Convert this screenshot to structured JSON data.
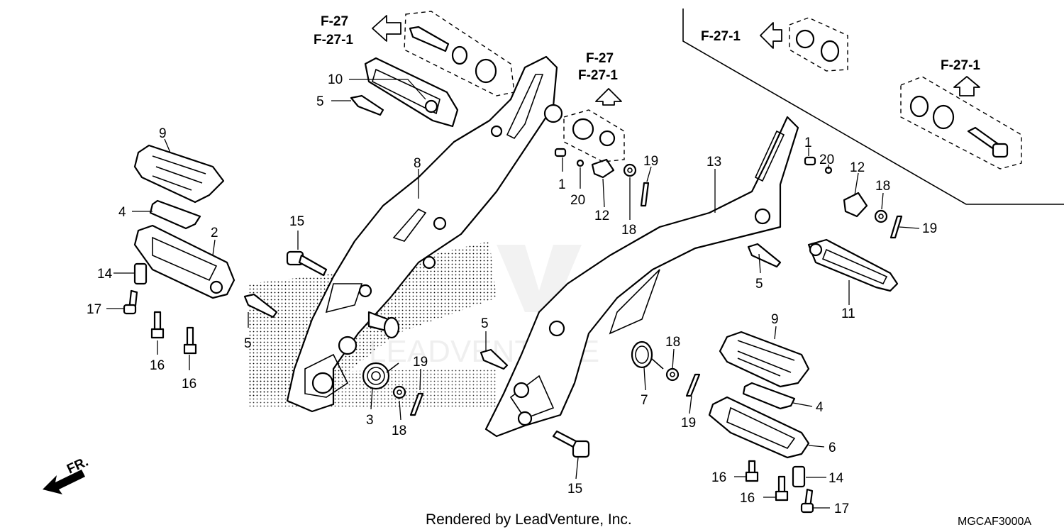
{
  "page": {
    "footer": "Rendered by LeadVenture, Inc.",
    "diagram_code": "MGCAF3000A",
    "watermark": "LEADVENTURE",
    "front_indicator": "FR."
  },
  "references": {
    "top_left_line1": "F-27",
    "top_left_line2": "F-27-1",
    "top_center_line1": "F-27",
    "top_center_line2": "F-27-1",
    "top_right": "F-27-1",
    "right_box": "F-27-1"
  },
  "callouts": [
    {
      "id": "c1",
      "label": "10"
    },
    {
      "id": "c2",
      "label": "5"
    },
    {
      "id": "c3",
      "label": "9"
    },
    {
      "id": "c4",
      "label": "4"
    },
    {
      "id": "c5",
      "label": "2"
    },
    {
      "id": "c6",
      "label": "14"
    },
    {
      "id": "c7",
      "label": "17"
    },
    {
      "id": "c8",
      "label": "16"
    },
    {
      "id": "c9",
      "label": "16"
    },
    {
      "id": "c10",
      "label": "15"
    },
    {
      "id": "c11",
      "label": "5"
    },
    {
      "id": "c12",
      "label": "8"
    },
    {
      "id": "c13",
      "label": "3"
    },
    {
      "id": "c14",
      "label": "18"
    },
    {
      "id": "c15",
      "label": "19"
    },
    {
      "id": "c16",
      "label": "1"
    },
    {
      "id": "c17",
      "label": "20"
    },
    {
      "id": "c18",
      "label": "12"
    },
    {
      "id": "c19",
      "label": "19"
    },
    {
      "id": "c20",
      "label": "18"
    },
    {
      "id": "c21",
      "label": "13"
    },
    {
      "id": "c22",
      "label": "1"
    },
    {
      "id": "c23",
      "label": "20"
    },
    {
      "id": "c24",
      "label": "12"
    },
    {
      "id": "c25",
      "label": "18"
    },
    {
      "id": "c26",
      "label": "19"
    },
    {
      "id": "c27",
      "label": "5"
    },
    {
      "id": "c28",
      "label": "11"
    },
    {
      "id": "c29",
      "label": "5"
    },
    {
      "id": "c30",
      "label": "18"
    },
    {
      "id": "c31",
      "label": "7"
    },
    {
      "id": "c32",
      "label": "19"
    },
    {
      "id": "c33",
      "label": "9"
    },
    {
      "id": "c34",
      "label": "4"
    },
    {
      "id": "c35",
      "label": "6"
    },
    {
      "id": "c36",
      "label": "16"
    },
    {
      "id": "c37",
      "label": "14"
    },
    {
      "id": "c38",
      "label": "16"
    },
    {
      "id": "c39",
      "label": "17"
    },
    {
      "id": "c40",
      "label": "15"
    }
  ]
}
